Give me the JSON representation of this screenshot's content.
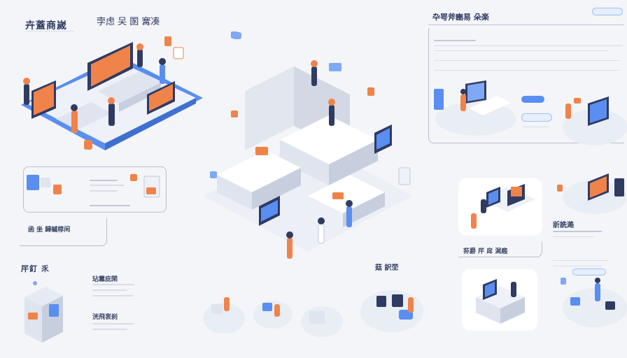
{
  "top_left": {
    "title": "卉蓋商嵗",
    "subtitle": ""
  },
  "top_center": {
    "title": "孛虑 㕦 圂 㝤凑"
  },
  "top_right": {
    "title": "卆咢斧豳易 朵楽",
    "button_label": ""
  },
  "mid_left": {
    "label": "函 坐 歸槭椁闲"
  },
  "bottom_left": {
    "title": "厈釘 乑",
    "label_a": "玷羃庇閑",
    "label_b": "洸飛衷刹"
  },
  "bottom_center": {
    "title": "菇 訳茔"
  },
  "right_mid": {
    "title": "斨詵澔",
    "label": "荪爵 厈 戽 浘廏"
  },
  "colors": {
    "accent_blue": "#5a8ef0",
    "accent_orange": "#f0834a",
    "navy": "#2f3b63",
    "bg": "#f4f5f8"
  },
  "icons": [
    "desk-icon",
    "monitor-icon",
    "person-icon",
    "chart-icon",
    "server-cabinet-icon"
  ]
}
